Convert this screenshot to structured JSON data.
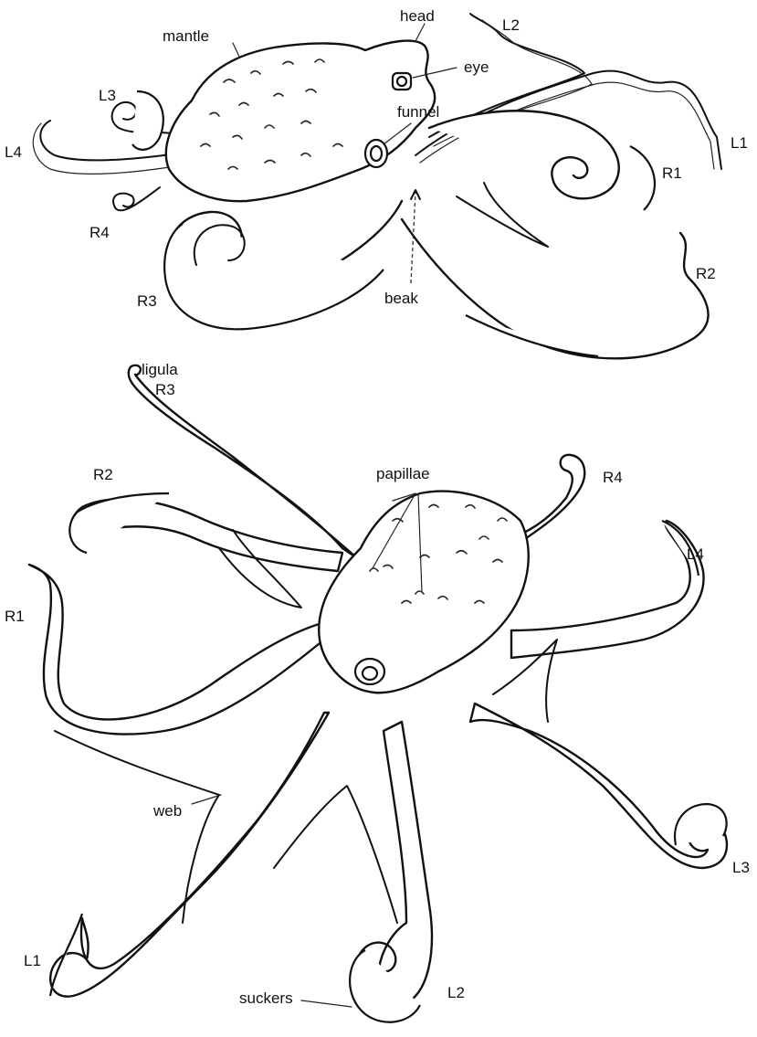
{
  "top_view": {
    "labels": {
      "head": "head",
      "mantle": "mantle",
      "eye": "eye",
      "funnel": "funnel",
      "beak": "beak",
      "L1": "L1",
      "L2": "L2",
      "L3": "L3",
      "L4": "L4",
      "R1": "R1",
      "R2": "R2",
      "R3": "R3",
      "R4": "R4"
    }
  },
  "bottom_view": {
    "labels": {
      "ligula": "ligula",
      "papillae": "papillae",
      "web": "web",
      "suckers": "suckers",
      "R1": "R1",
      "R2": "R2",
      "R3": "R3",
      "R4": "R4",
      "L1": "L1",
      "L2": "L2",
      "L3": "L3",
      "L4": "L4"
    }
  },
  "colors": {
    "ink": "#111111",
    "paper": "#ffffff"
  }
}
